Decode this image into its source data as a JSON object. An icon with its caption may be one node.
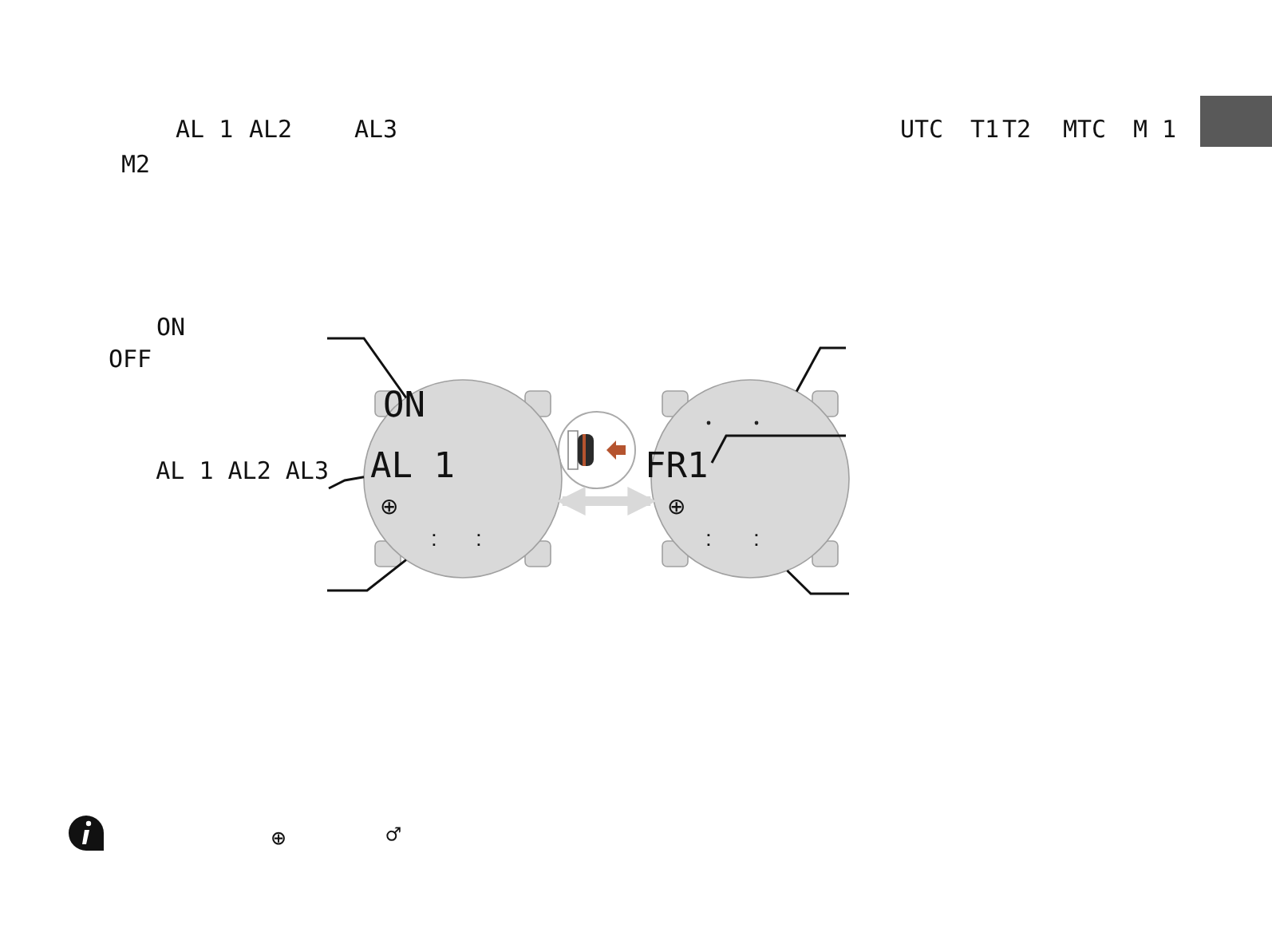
{
  "diagram": {
    "nodes": [
      {
        "text": [
          "ON",
          "AL 1",
          "⊕",
          ":",
          ":"
        ]
      },
      {
        "text": [
          "FR1",
          "⊕",
          ":",
          ":"
        ]
      },
      {
        "text": [
          "AL 1 AL2 AL3"
        ]
      }
    ],
    "edges": [
      {
        "from": null,
        "to": 0,
        "arrow": "none"
      },
      {
        "from": 2,
        "to": 0,
        "arrow": "none"
      },
      {
        "from": null,
        "to": 0,
        "arrow": "none"
      },
      {
        "from": null,
        "to": 1,
        "arrow": "none"
      },
      {
        "from": null,
        "to": 1,
        "arrow": "none"
      },
      {
        "from": null,
        "to": 1,
        "arrow": "none"
      },
      {
        "from": 0,
        "to": 1,
        "arrow": "both",
        "style": "thick",
        "color": "#d9d9d9"
      }
    ],
    "labels": [
      "AL 1",
      "AL2",
      "AL3",
      "M2",
      "UTC",
      "T1",
      "T2",
      "MTC",
      "M 1",
      "ON",
      "OFF",
      "⊕",
      "♂"
    ]
  }
}
